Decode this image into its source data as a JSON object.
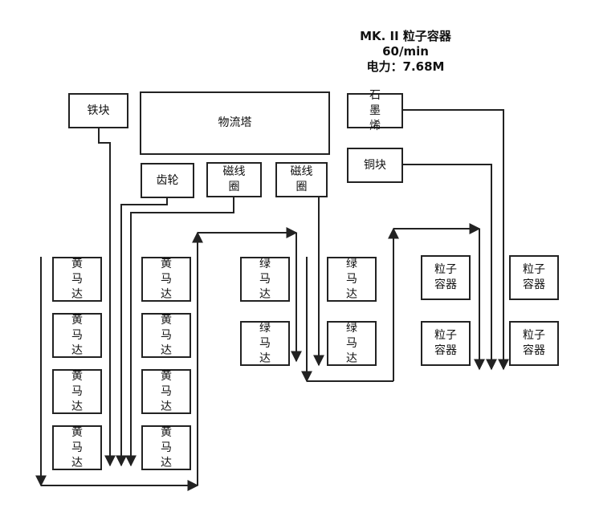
{
  "header": {
    "title": "MK. II  粒子容器",
    "rate": "60/min",
    "power": "电力：7.68M"
  },
  "boxes": {
    "iron": "铁块",
    "logistics": "物流塔",
    "graphene": "石墨烯",
    "copper": "铜块",
    "gear": "齿轮",
    "coil1": "磁线圈",
    "coil2": "磁线圈",
    "yellow_motor": "黄马达",
    "green_motor": "绿马达",
    "particle": "粒子容器"
  }
}
